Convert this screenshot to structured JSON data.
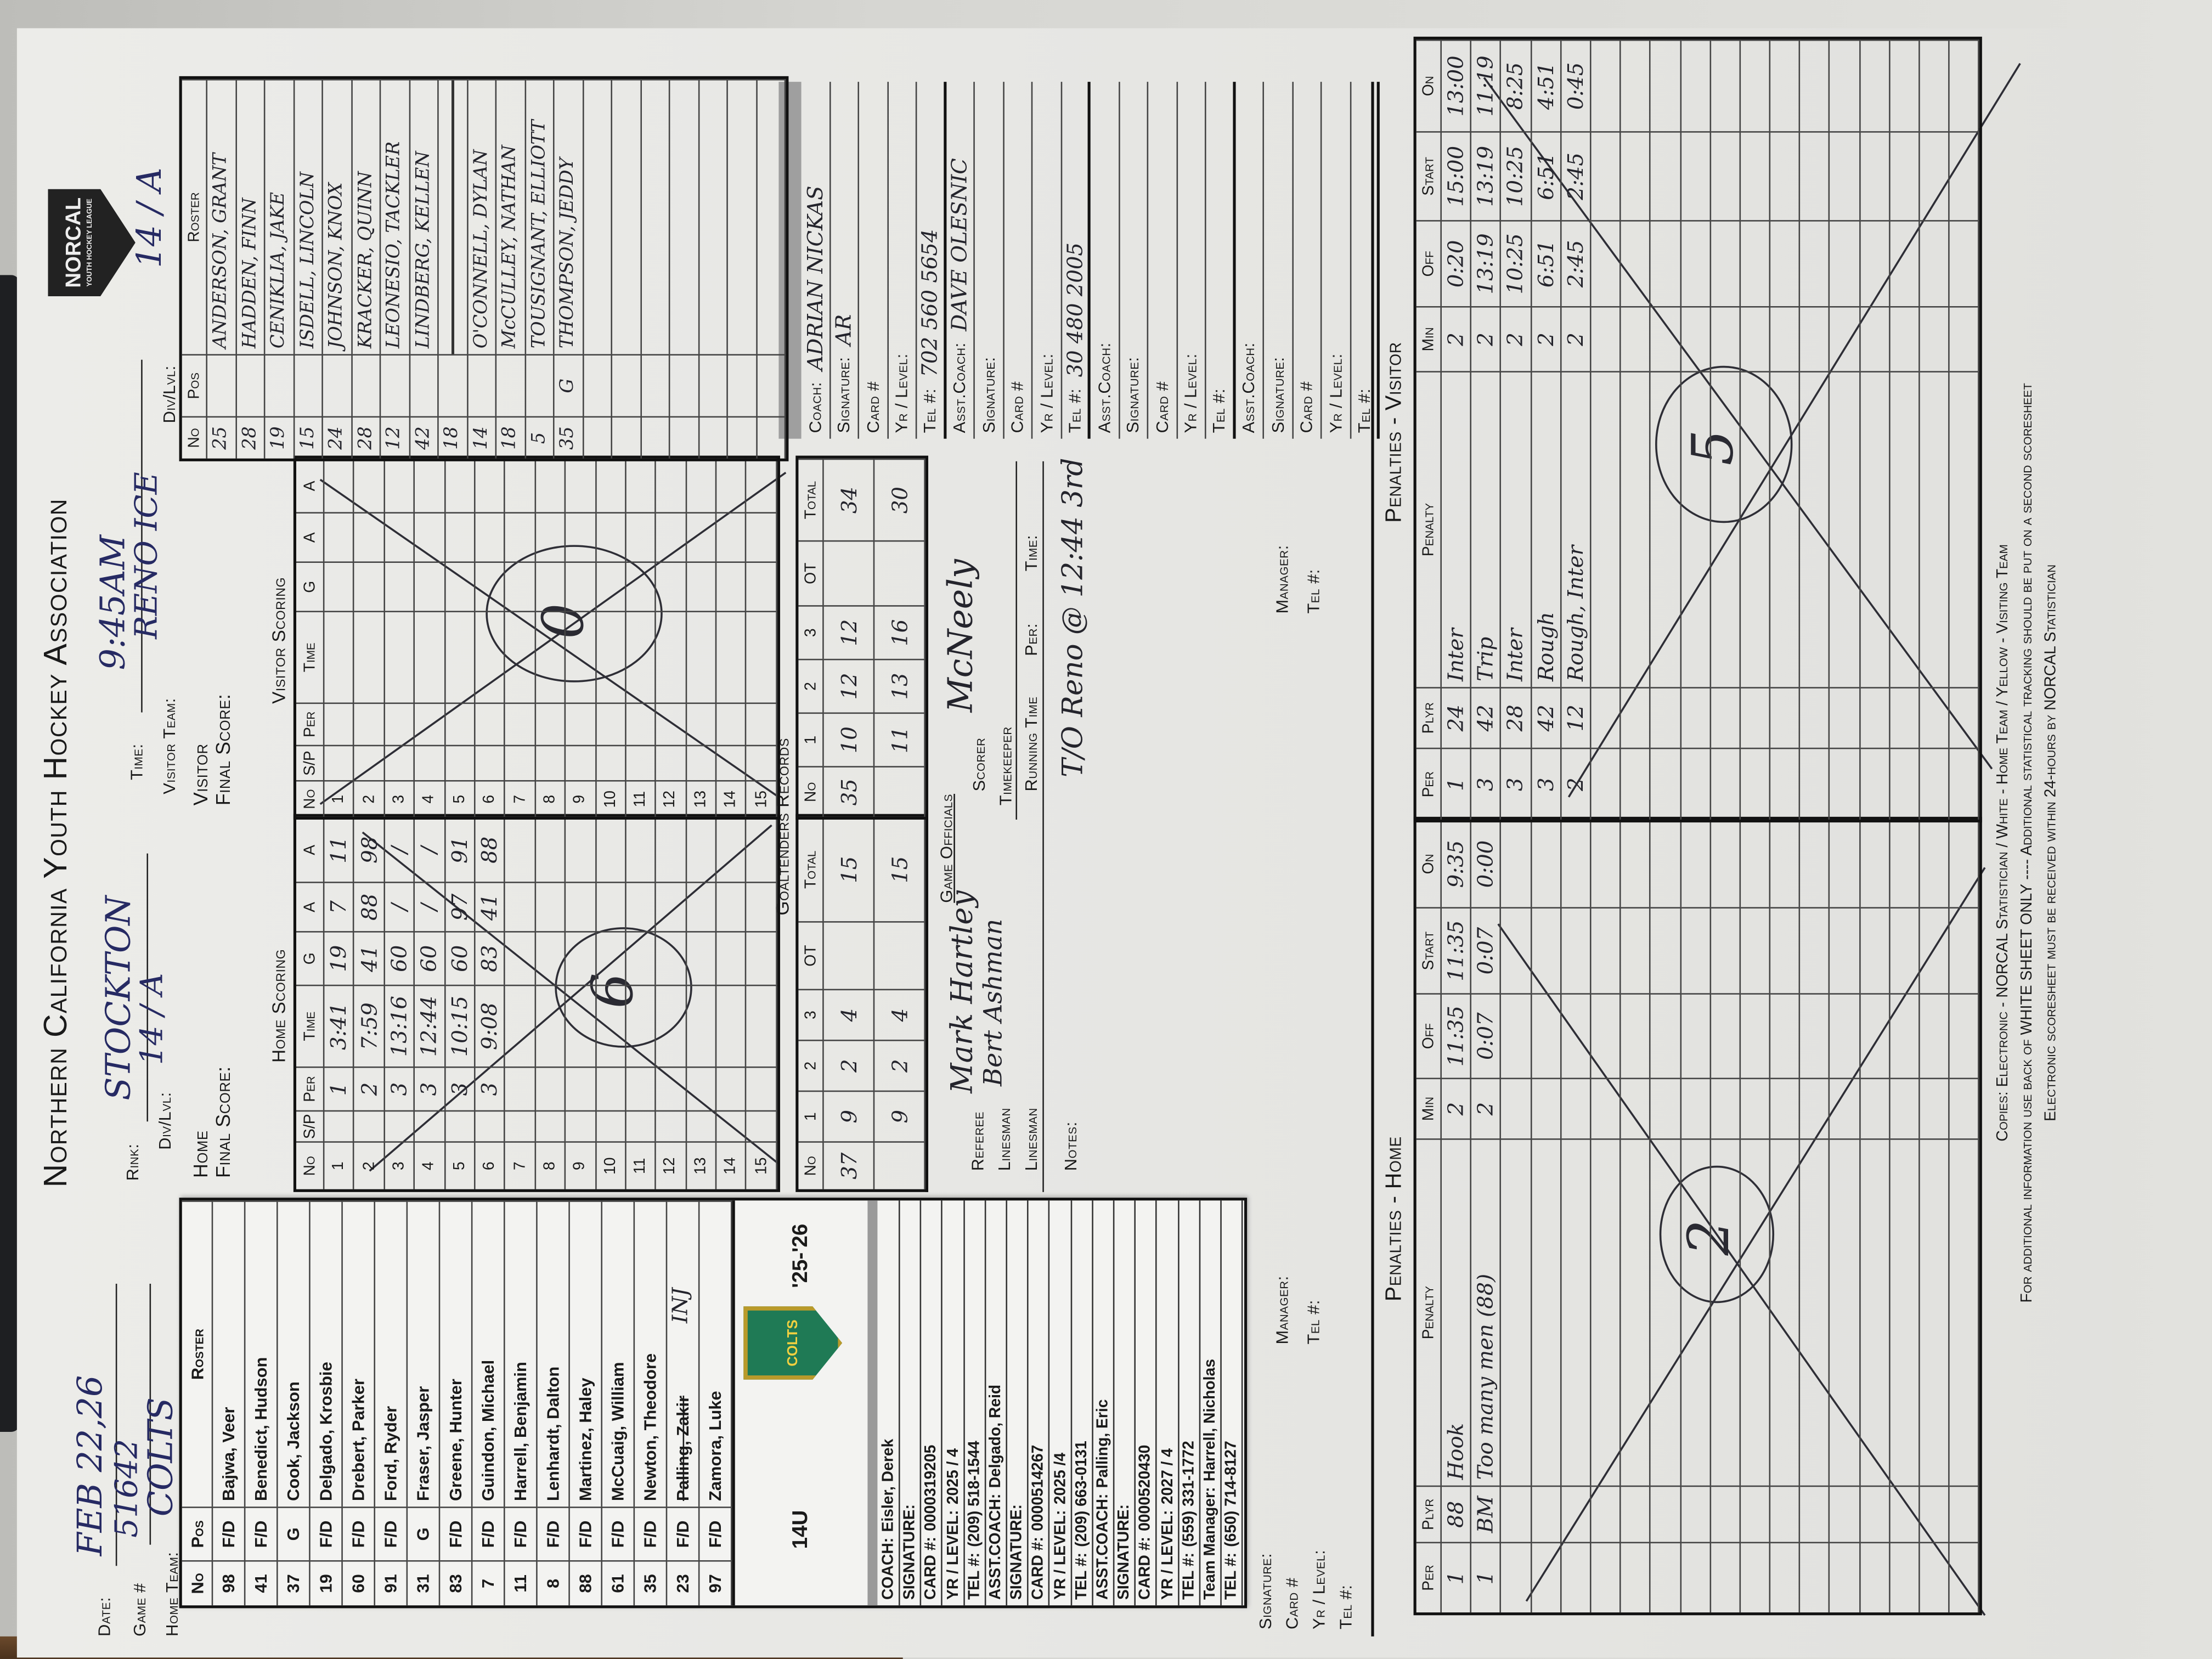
{
  "header": {
    "title": "Northern California Youth Hockey Association",
    "logo_text": "NORCAL",
    "logo_sub": "YOUTH HOCKEY LEAGUE",
    "date_label": "Date:",
    "date": "FEB 22,26",
    "game_label": "Game #",
    "game": "51642",
    "home_team_label": "Home Team:",
    "home_team": "COLTS",
    "rink_label": "Rink:",
    "rink": "STOCKTON",
    "home_div_label": "Div/Lvl:",
    "home_div": "14 / A",
    "time_label": "Time:",
    "time": "9:45AM",
    "visitor_team_label": "Visitor Team:",
    "visitor_team": "RENO ICE",
    "visitor_div_label": "Div/Lvl:",
    "visitor_div": "14 / A"
  },
  "home_roster": {
    "headers": [
      "No",
      "Pos",
      "Roster"
    ],
    "players": [
      {
        "no": "98",
        "pos": "F/D",
        "name": "Bajwa, Veer"
      },
      {
        "no": "41",
        "pos": "F/D",
        "name": "Benedict, Hudson"
      },
      {
        "no": "37",
        "pos": "G",
        "name": "Cook, Jackson"
      },
      {
        "no": "19",
        "pos": "F/D",
        "name": "Delgado, Krosbie"
      },
      {
        "no": "60",
        "pos": "F/D",
        "name": "Drebert, Parker"
      },
      {
        "no": "91",
        "pos": "F/D",
        "name": "Ford, Ryder"
      },
      {
        "no": "31",
        "pos": "G",
        "name": "Fraser, Jasper"
      },
      {
        "no": "83",
        "pos": "F/D",
        "name": "Greene, Hunter"
      },
      {
        "no": "7",
        "pos": "F/D",
        "name": "Guindon, Michael"
      },
      {
        "no": "11",
        "pos": "F/D",
        "name": "Harrell, Benjamin"
      },
      {
        "no": "8",
        "pos": "F/D",
        "name": "Lenhardt, Dalton"
      },
      {
        "no": "88",
        "pos": "F/D",
        "name": "Martinez, Haley"
      },
      {
        "no": "61",
        "pos": "F/D",
        "name": "McCuaig, William"
      },
      {
        "no": "35",
        "pos": "F/D",
        "name": "Newton, Theodore"
      },
      {
        "no": "23",
        "pos": "F/D",
        "name": "Palling, Zakir",
        "note": "INJ"
      },
      {
        "no": "97",
        "pos": "F/D",
        "name": "Zamora, Luke"
      }
    ],
    "team_logo": "COLTS",
    "age_group": "14U",
    "season": "'25-'26",
    "staff": [
      {
        "label": "COACH:",
        "value": "Eisler, Derek"
      },
      {
        "label": "SIGNATURE:",
        "value": ""
      },
      {
        "label": "CARD #:",
        "value": "0000319205"
      },
      {
        "label": "YR / LEVEL:",
        "value": "2025 / 4"
      },
      {
        "label": "TEL #:",
        "value": "(209) 518-1544"
      },
      {
        "label": "ASST.COACH:",
        "value": "Delgado, Reid"
      },
      {
        "label": "SIGNATURE:",
        "value": ""
      },
      {
        "label": "CARD #:",
        "value": "0000514267"
      },
      {
        "label": "YR / LEVEL:",
        "value": "2025 /4"
      },
      {
        "label": "TEL #:",
        "value": "(209) 663-0131"
      },
      {
        "label": "ASST.COACH:",
        "value": "Palling, Eric"
      },
      {
        "label": "SIGNATURE:",
        "value": ""
      },
      {
        "label": "CARD #:",
        "value": "0000520430"
      },
      {
        "label": "YR / LEVEL:",
        "value": "2027 / 4"
      },
      {
        "label": "TEL #:",
        "value": "(559) 331-1772"
      },
      {
        "label": "Team Manager:",
        "value": "Harrell, Nicholas"
      },
      {
        "label": "TEL #:",
        "value": "(650) 714-8127"
      }
    ]
  },
  "home_lower": {
    "labels": [
      "Signature:",
      "Card #",
      "Yr / Level:",
      "Tel #:"
    ],
    "manager_label": "Manager:",
    "tel_label": "Tel #:"
  },
  "home_scoring": {
    "team": "Home",
    "final_label": "Final Score:",
    "title": "Home Scoring",
    "columns": [
      "No",
      "S/P",
      "Per",
      "Time",
      "G",
      "A",
      "A"
    ],
    "rows": [
      {
        "no": "1",
        "sp": "",
        "per": "1",
        "time": "3:41",
        "g": "19",
        "a1": "7",
        "a2": "11"
      },
      {
        "no": "2",
        "sp": "",
        "per": "2",
        "time": "7:59",
        "g": "41",
        "a1": "88",
        "a2": "98"
      },
      {
        "no": "3",
        "sp": "",
        "per": "3",
        "time": "13:16",
        "g": "60",
        "a1": "/",
        "a2": "/"
      },
      {
        "no": "4",
        "sp": "",
        "per": "3",
        "time": "12:44",
        "g": "60",
        "a1": "/",
        "a2": "/"
      },
      {
        "no": "5",
        "sp": "",
        "per": "3",
        "time": "10:15",
        "g": "60",
        "a1": "97",
        "a2": "91"
      },
      {
        "no": "6",
        "sp": "",
        "per": "3",
        "time": "9:08",
        "g": "83",
        "a1": "41",
        "a2": "88"
      },
      {
        "no": "7"
      },
      {
        "no": "8"
      },
      {
        "no": "9"
      },
      {
        "no": "10"
      },
      {
        "no": "11"
      },
      {
        "no": "12"
      },
      {
        "no": "13"
      },
      {
        "no": "14"
      },
      {
        "no": "15"
      }
    ]
  },
  "visitor_scoring": {
    "team": "Visitor",
    "final_label": "Final Score:",
    "title": "Visitor Scoring",
    "columns": [
      "No",
      "S/P",
      "Per",
      "Time",
      "G",
      "A",
      "A"
    ],
    "rows": [
      {
        "no": "1"
      },
      {
        "no": "2"
      },
      {
        "no": "3"
      },
      {
        "no": "4"
      },
      {
        "no": "5"
      },
      {
        "no": "6"
      },
      {
        "no": "7"
      },
      {
        "no": "8"
      },
      {
        "no": "9"
      },
      {
        "no": "10"
      },
      {
        "no": "11"
      },
      {
        "no": "12"
      },
      {
        "no": "13"
      },
      {
        "no": "14"
      },
      {
        "no": "15"
      }
    ]
  },
  "visitor_roster": {
    "headers": [
      "No",
      "Pos",
      "Roster"
    ],
    "players": [
      {
        "no": "25",
        "pos": "",
        "name": "ANDERSON, GRANT"
      },
      {
        "no": "28",
        "pos": "",
        "name": "HADDEN, FINN"
      },
      {
        "no": "19",
        "pos": "",
        "name": "CENIKLIA, JAKE"
      },
      {
        "no": "15",
        "pos": "",
        "name": "ISDELL, LINCOLN"
      },
      {
        "no": "24",
        "pos": "",
        "name": "JOHNSON, KNOX"
      },
      {
        "no": "28",
        "pos": "",
        "name": "KRACKER, QUINN"
      },
      {
        "no": "12",
        "pos": "",
        "name": "LEONESIO, TACKLER"
      },
      {
        "no": "42",
        "pos": "",
        "name": "LINDBERG, KELLEN"
      },
      {
        "no": "18",
        "pos": "",
        "name": "",
        "struck": true
      },
      {
        "no": "14",
        "pos": "",
        "name": "O'CONNELL, DYLAN"
      },
      {
        "no": "18",
        "pos": "",
        "name": "McCULLEY, NATHAN"
      },
      {
        "no": "5",
        "pos": "",
        "name": "TOUSIGNANT, ELLIOTT"
      },
      {
        "no": "35",
        "pos": "G",
        "name": "THOMPSON, JEDDY"
      }
    ]
  },
  "visitor_staff": [
    {
      "label": "Coach:",
      "value": "ADRIAN NICKAS"
    },
    {
      "label": "Signature:",
      "value": "AR"
    },
    {
      "label": "Card #",
      "value": ""
    },
    {
      "label": "Yr / Level:",
      "value": ""
    },
    {
      "label": "Tel #:",
      "value": "702 560 5654"
    },
    {
      "label": "Asst.Coach:",
      "value": "DAVE OLESNIC"
    },
    {
      "label": "Signature:",
      "value": ""
    },
    {
      "label": "Card #",
      "value": ""
    },
    {
      "label": "Yr / Level:",
      "value": ""
    },
    {
      "label": "Tel #:",
      "value": "30 480 2005"
    },
    {
      "label": "Asst.Coach:",
      "value": ""
    },
    {
      "label": "Signature:",
      "value": ""
    },
    {
      "label": "Card #",
      "value": ""
    },
    {
      "label": "Yr / Level:",
      "value": ""
    },
    {
      "label": "Tel #:",
      "value": ""
    },
    {
      "label": "Asst.Coach:",
      "value": ""
    },
    {
      "label": "Signature:",
      "value": ""
    },
    {
      "label": "Card #",
      "value": ""
    },
    {
      "label": "Yr / Level:",
      "value": ""
    },
    {
      "label": "Tel #:",
      "value": ""
    }
  ],
  "visitor_lower": {
    "manager_label": "Manager:",
    "tel_label": "Tel #:"
  },
  "goalies": {
    "title": "Goaltenders Records",
    "columns": [
      "No",
      "1",
      "2",
      "3",
      "OT",
      "Total"
    ],
    "home": [
      [
        "37",
        "9",
        "2",
        "4",
        "",
        "15"
      ],
      [
        "",
        "9",
        "2",
        "4",
        "",
        "15"
      ]
    ],
    "visitor": [
      [
        "35",
        "10",
        "12",
        "12",
        "",
        "34"
      ],
      [
        "",
        "11",
        "13",
        "16",
        "",
        "30"
      ]
    ]
  },
  "officials": {
    "title": "Game Officials",
    "referee_label": "Referee",
    "referee": "Mark Hartley",
    "linesman1_label": "Linesman",
    "linesman1": "Bert Ashman",
    "linesman2_label": "Linesman",
    "scorer_label": "Scorer",
    "scorer": "McNeely",
    "timekeeper_label": "Timekeeper",
    "running_time_label": "Running Time",
    "per_label": "Per:",
    "time_label": "Time:"
  },
  "notes": {
    "label": "Notes:",
    "text": "T/O Reno @ 12:44 3rd"
  },
  "penalties": {
    "home": {
      "title": "Penalties - Home",
      "columns": [
        "Per",
        "Plyr",
        "Penalty",
        "Min",
        "Off",
        "Start",
        "On"
      ],
      "rows": [
        {
          "per": "1",
          "plyr": "88",
          "penalty": "Hook",
          "min": "2",
          "off": "11:35",
          "start": "11:35",
          "on": "9:35"
        },
        {
          "per": "1",
          "plyr": "BM",
          "penalty": "Too many men (88)",
          "min": "2",
          "off": "0:07",
          "start": "0:07",
          "on": "0:00"
        }
      ]
    },
    "visitor": {
      "title": "Penalties - Visitor",
      "columns": [
        "Per",
        "Plyr",
        "Penalty",
        "Min",
        "Off",
        "Start",
        "On"
      ],
      "rows": [
        {
          "per": "1",
          "plyr": "24",
          "penalty": "Inter",
          "min": "2",
          "off": "0:20",
          "start": "15:00",
          "on": "13:00"
        },
        {
          "per": "3",
          "plyr": "42",
          "penalty": "Trip",
          "min": "2",
          "off": "13:19",
          "start": "13:19",
          "on": "11:19"
        },
        {
          "per": "3",
          "plyr": "28",
          "penalty": "Inter",
          "min": "2",
          "off": "10:25",
          "start": "10:25",
          "on": "8:25"
        },
        {
          "per": "3",
          "plyr": "42",
          "penalty": "Rough",
          "min": "2",
          "off": "6:51",
          "start": "6:51",
          "on": "4:51"
        },
        {
          "per": "2",
          "plyr": "12",
          "penalty": "Rough, Inter",
          "min": "2",
          "off": "2:45",
          "start": "2:45",
          "on": "0:45"
        }
      ]
    }
  },
  "annotations": {
    "home_scoring_circle": "6",
    "visitor_scoring_circle": "0",
    "home_penalty_circle": "2",
    "visitor_penalty_circle": "5"
  },
  "footer": {
    "line1": "Copies:   Electronic - NORCAL Statistician  /  White  -  Home Team  /  Yellow  -  Visiting Team",
    "line2": "For additional information use back of WHITE SHEET ONLY  ----  Additional statistical tracking should be put on a second scoresheet",
    "line3": "Electronic scoresheet must be received within 24-hours by NORCAL Statistician"
  }
}
